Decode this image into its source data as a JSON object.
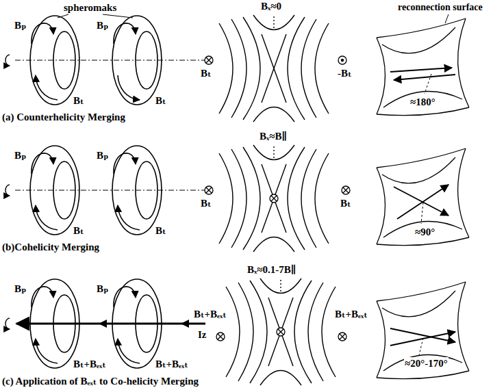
{
  "diagram": {
    "labels": [
      "spheromaks",
      "Bₚ",
      "Bₚ",
      "Bₜ",
      "Bₜ",
      "Bₓ≈0",
      "Bₜ",
      "-Bₜ",
      "reconnection surface",
      "≈180°",
      "(a) Counterhelicity Merging",
      "Bₚ",
      "Bₚ",
      "Bₜ",
      "Bₜ",
      "Bₓ≈B∥",
      "Bₜ",
      "Bₜ",
      "≈90°",
      "(b)Cohelicity Merging",
      "Bₚ",
      "Bₚ",
      "Iz",
      "Bₜ+Bₑₓₜ",
      "Bₜ+Bₑₓₜ",
      "Bₓ≈0.1-7B∥",
      "Bₜ+Bₑₓₜ",
      "Bₜ+Bₑₓₜ",
      "≈20°-170°",
      "(c) Application of Bₑₓₜ to Co-helicity Merging"
    ]
  }
}
